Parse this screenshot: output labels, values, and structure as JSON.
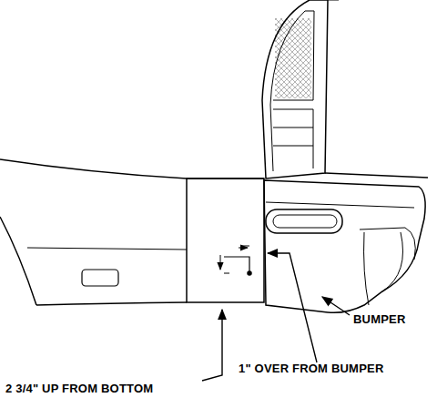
{
  "diagram": {
    "labels": [
      "BUMPER",
      "1\" OVER FROM BUMPER",
      "2 3/4\" UP FROM BOTTOM"
    ]
  }
}
